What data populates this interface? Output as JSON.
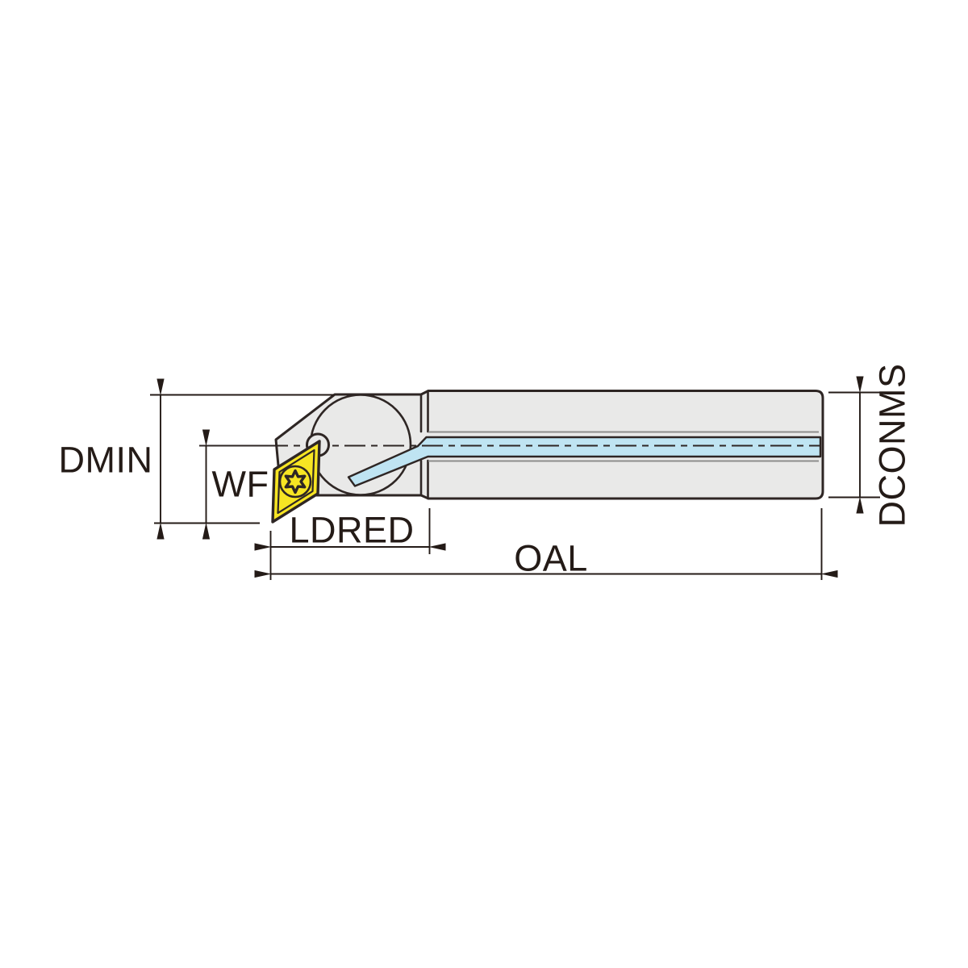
{
  "diagram": {
    "labels": {
      "dmin": "DMIN",
      "wf": "WF",
      "ldred": "LDRED",
      "oal": "OAL",
      "dconms": "DCONMS"
    },
    "colors": {
      "background": "#ffffff",
      "body": "#e9e9e8",
      "insert": "#f7e523",
      "coolant": "#bfe4f2",
      "outline": "#2e2624",
      "dimension": "#241b17",
      "bore": "#8d8d8b"
    }
  }
}
